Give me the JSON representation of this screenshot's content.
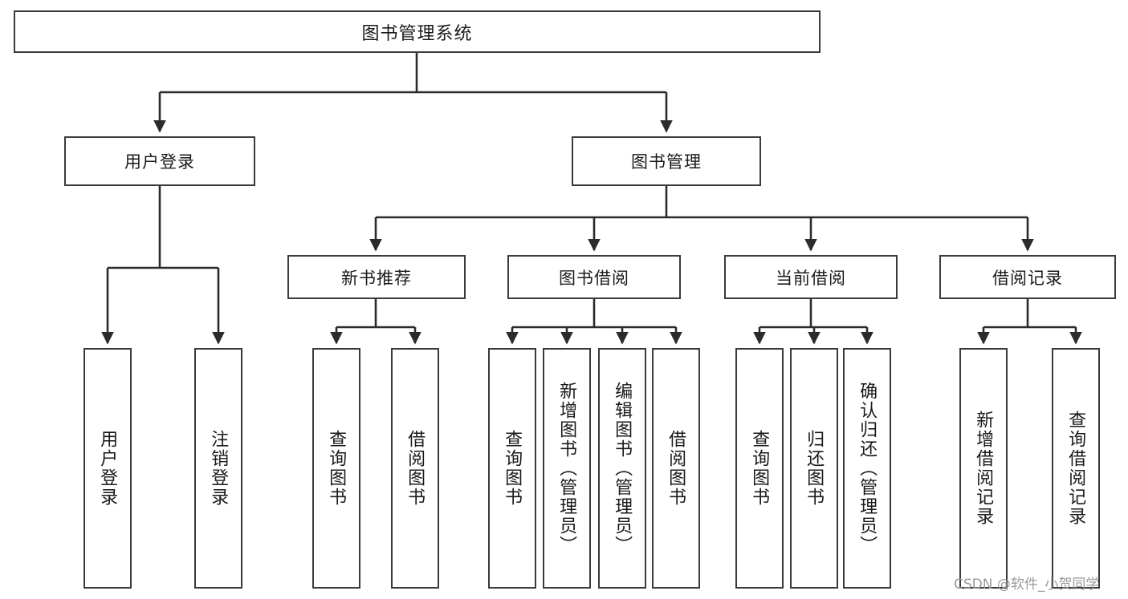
{
  "diagram": {
    "title": "图书管理系统",
    "type": "tree-hierarchy-diagram",
    "colors": {
      "box_border": "#3a3a3a",
      "box_fill": "#ffffff",
      "edge": "#2b2b2b",
      "text": "#1a1a1a",
      "watermark": "#9a9a9a"
    },
    "watermark": "CSDN @软件_小贺同学"
  },
  "root": {
    "label": "图书管理系统"
  },
  "level2": {
    "user_login": "用户登录",
    "book_manage": "图书管理"
  },
  "level3": {
    "new_book_recommend": "新书推荐",
    "book_borrow": "图书借阅",
    "current_borrow": "当前借阅",
    "borrow_record": "借阅记录"
  },
  "leaves": {
    "user_login": [
      "用户登录",
      "注销登录"
    ],
    "new_book_recommend": [
      "查询图书",
      "借阅图书"
    ],
    "book_borrow": [
      "查询图书",
      "新增图书（管理员）",
      "编辑图书（管理员）",
      "借阅图书"
    ],
    "current_borrow": [
      "查询图书",
      "归还图书",
      "确认归还（管理员）"
    ],
    "borrow_record": [
      "新增借阅记录",
      "查询借阅记录"
    ]
  }
}
